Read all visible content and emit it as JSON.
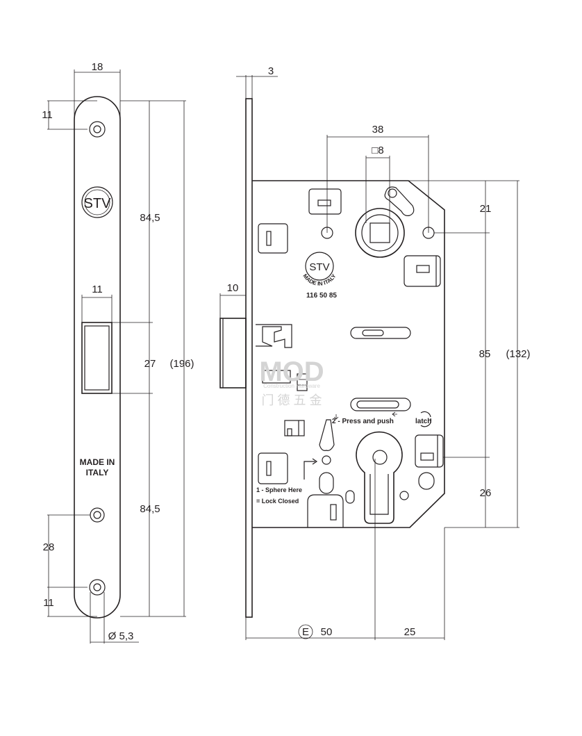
{
  "dimensions": {
    "front_width": "18",
    "top_hole_offset": "11",
    "upper_distance": "84,5",
    "latch_width": "11",
    "latch_height": "27",
    "total_height": "(196)",
    "lower_distance": "84,5",
    "hole_spacing": "28",
    "bottom_hole_offset": "11",
    "hole_diameter": "Ø 5,3",
    "faceplate_thickness": "3",
    "latch_projection": "10",
    "handle_to_cylinder_holes": "38",
    "spindle_square": "□8",
    "top_margin": "21",
    "handle_to_cylinder": "85",
    "case_height": "(132)",
    "bottom_margin": "26",
    "backset_symbol": "E",
    "backset": "50",
    "cylinder_offset": "25"
  },
  "labels": {
    "made_in_italy_line1": "MADE IN",
    "made_in_italy_line2": "ITALY",
    "brand_logo": "STV",
    "stamp_ring": "MADE IN ITALY",
    "part_number": "116 50 85",
    "step2": "2 - Press and push",
    "latch": "latch",
    "step1": "1 - Sphere Here",
    "lock_closed": "= Lock Closed"
  },
  "watermark": {
    "line1": "MOD",
    "line2": "Construction Hardware",
    "line3": "门 德 五 金"
  },
  "colors": {
    "line": "#231f20",
    "watermark": "#d4d4d4"
  }
}
